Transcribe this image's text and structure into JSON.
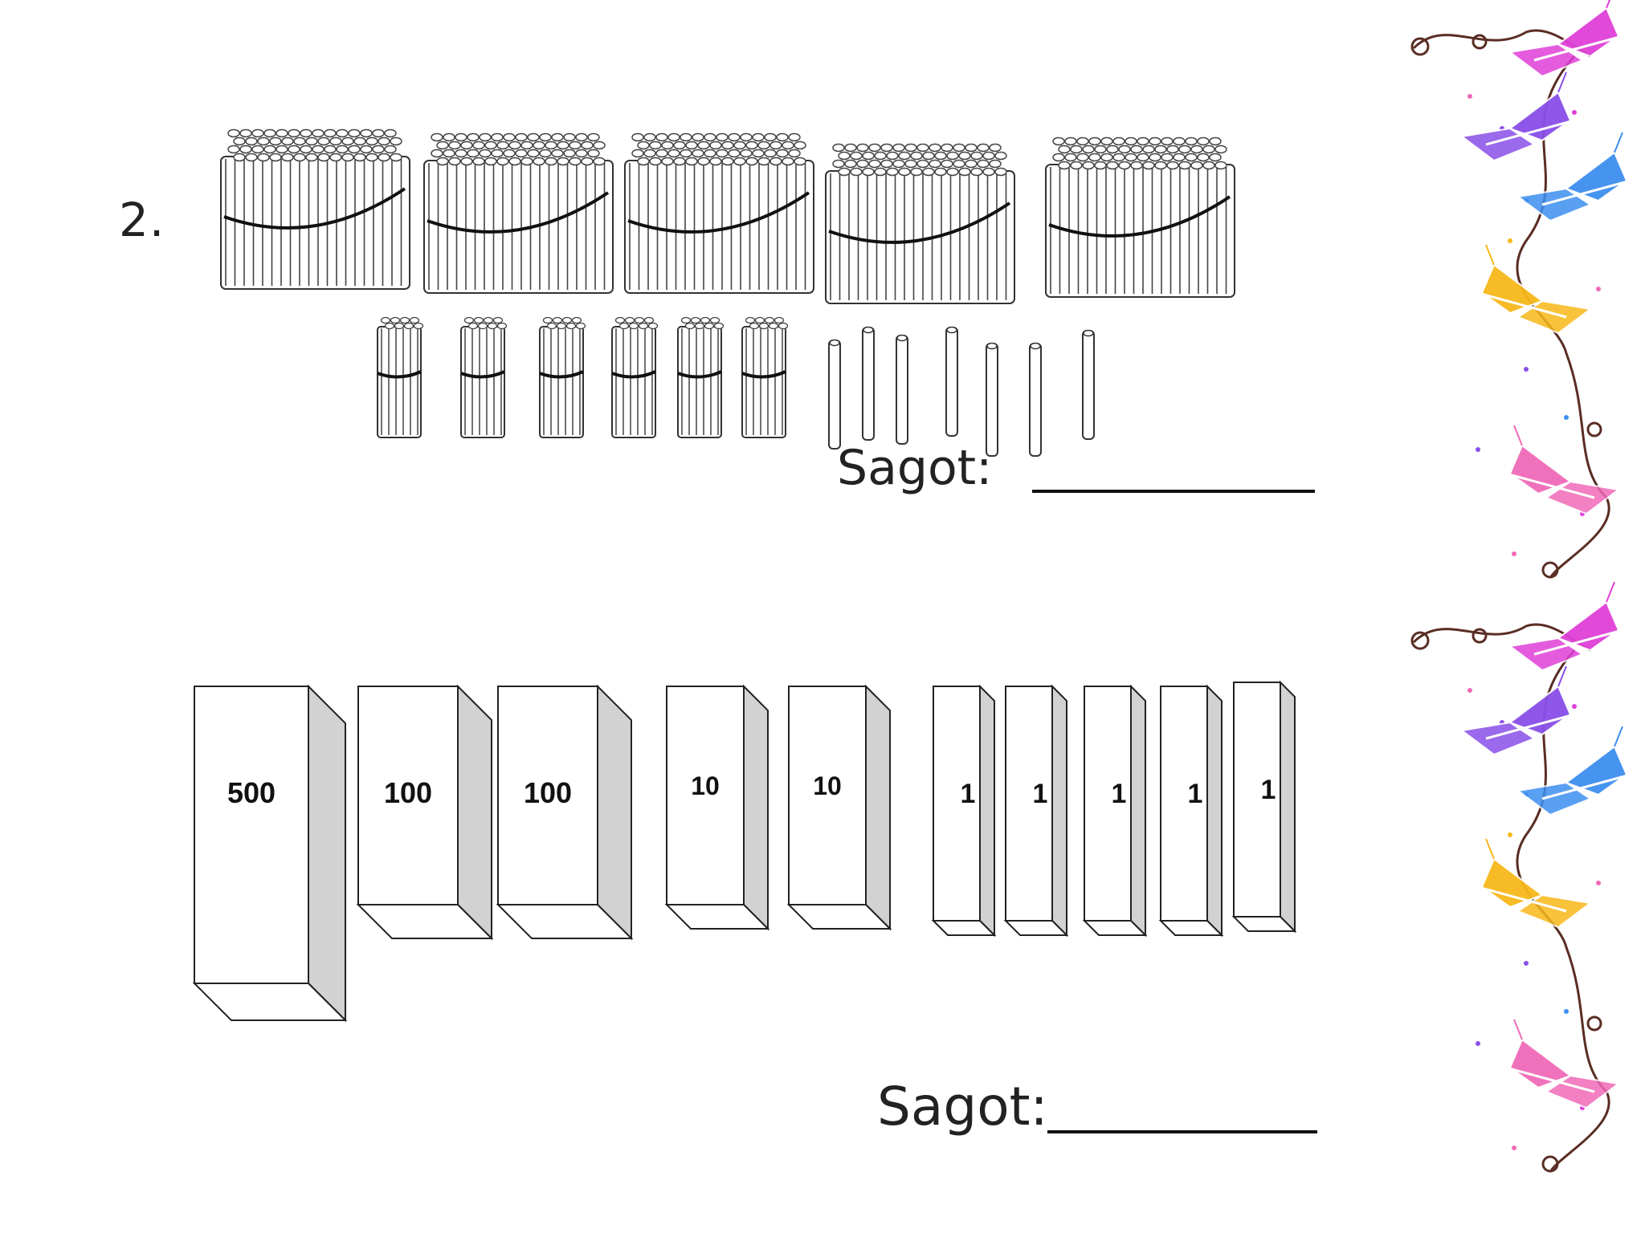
{
  "worksheet": {
    "item_number": "2.",
    "question1": {
      "hundreds_bundles": 5,
      "tens_bundles": 6,
      "single_sticks": 7,
      "answer_label": "Sagot:"
    },
    "question2": {
      "blocks": [
        {
          "label": "500"
        },
        {
          "label": "100"
        },
        {
          "label": "100"
        },
        {
          "label": "10"
        },
        {
          "label": "10"
        },
        {
          "label": "1"
        },
        {
          "label": "1"
        },
        {
          "label": "1"
        },
        {
          "label": "1"
        },
        {
          "label": "1"
        }
      ],
      "answer_label": "Sagot:"
    }
  },
  "decoration": {
    "border_icon": "butterfly-vine-border",
    "colors": {
      "magenta": "#e040d8",
      "violet": "#8a4fe8",
      "blue": "#3d8ff0",
      "gold": "#f7b81a",
      "pink": "#f06ab8",
      "vine": "#5a2d24"
    }
  }
}
